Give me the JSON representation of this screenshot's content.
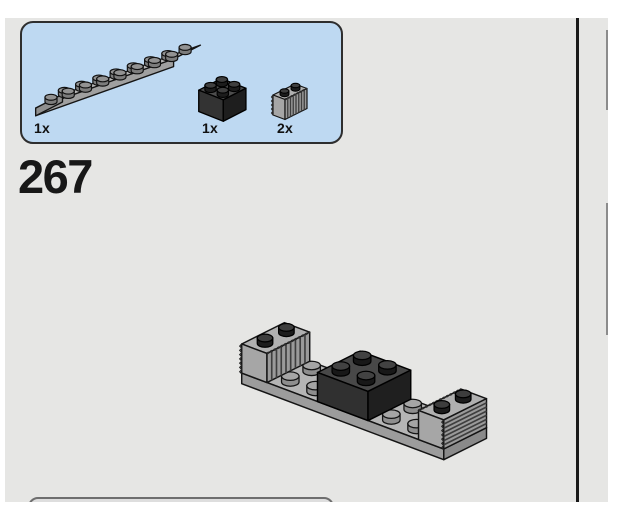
{
  "page": {
    "background_color": "#e6e6e4",
    "step_number": "267"
  },
  "parts_callout": {
    "background_color": "#bed9f2",
    "border_color": "#2e2e2e",
    "items": [
      {
        "part": "plate-2x8-gray",
        "quantity_label": "1x"
      },
      {
        "part": "brick-2x2-dark-gray",
        "quantity_label": "1x"
      },
      {
        "part": "grille-brick-1x2-gray",
        "quantity_label": "2x"
      }
    ]
  },
  "assembly_step": {
    "illustration": "plate-2x8-with-grille-brick-each-end-and-2x2-brick-center",
    "colors": {
      "light_gray": "#b5b5b5",
      "dark_gray": "#484848",
      "outline": "#141414"
    }
  },
  "divider_color": "#191919"
}
